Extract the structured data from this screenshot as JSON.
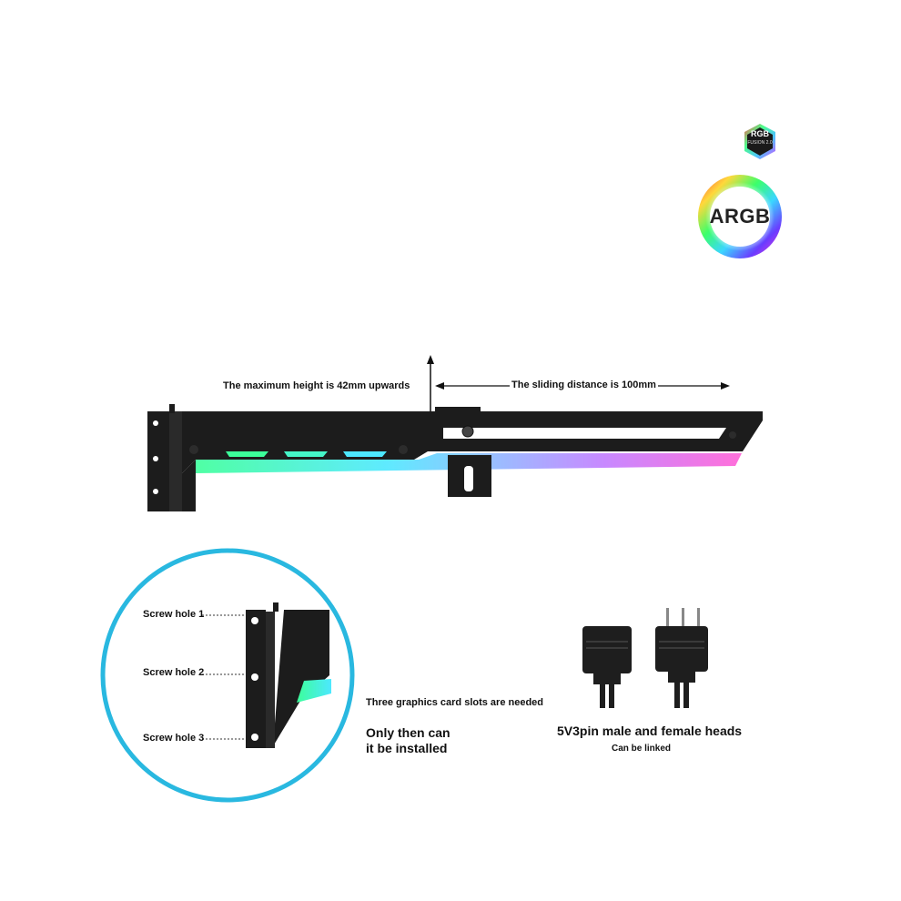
{
  "badge": {
    "rgb": "RGB",
    "sub": "FUSION",
    "version": "2.0"
  },
  "argb_label": "ARGB",
  "labels": {
    "max_height": "The maximum height is 42mm upwards",
    "sliding_distance": "The sliding distance is 100mm",
    "screw_hole_1": "Screw hole 1",
    "screw_hole_2": "Screw hole 2",
    "screw_hole_3": "Screw hole 3",
    "slots_needed": "Three graphics card slots are needed",
    "only_then_1": "Only then can",
    "only_then_2": "it be installed",
    "connector_title": "5V3pin male and female heads",
    "connector_sub": "Can be linked"
  },
  "colors": {
    "accent_cyan": "#29b8e0",
    "bracket_black": "#1c1c1c",
    "rgb_green": "#3cff9a",
    "rgb_cyan": "#4de8ff",
    "rgb_purple": "#b06bff",
    "rgb_pink": "#ff5fd6"
  },
  "icons": [
    "rgb-fusion-badge-icon",
    "argb-ring-icon",
    "up-arrow-icon",
    "double-arrow-icon",
    "female-connector-icon",
    "male-connector-icon"
  ]
}
